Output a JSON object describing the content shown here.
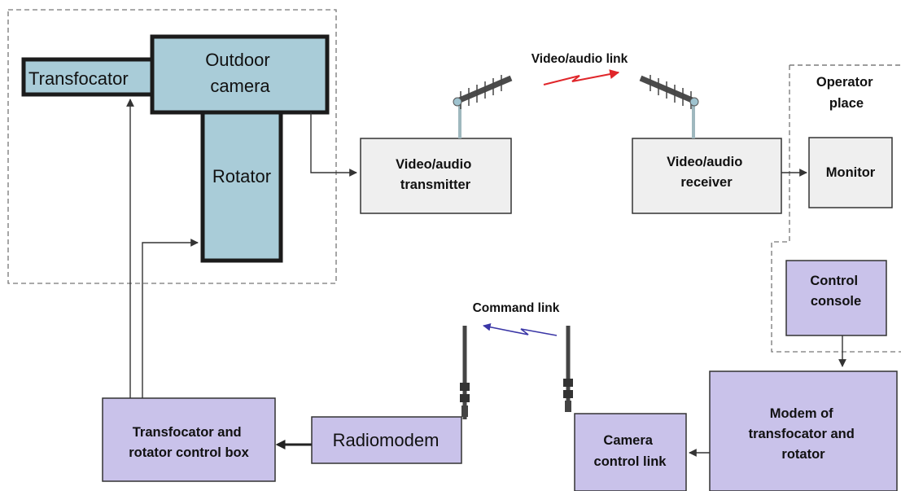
{
  "camera_site": {
    "transfocator": "Transfocator",
    "outdoor_camera": [
      "Outdoor",
      "camera"
    ],
    "rotator": "Rotator"
  },
  "links": {
    "video_audio_link": "Video/audio link",
    "command_link": "Command link"
  },
  "blocks": {
    "transmitter": [
      "Video/audio",
      "transmitter"
    ],
    "receiver": [
      "Video/audio",
      "receiver"
    ],
    "monitor": "Monitor",
    "operator_place": [
      "Operator",
      "place"
    ],
    "control_console": [
      "Control",
      "console"
    ],
    "modem": [
      "Modem of",
      "transfocator and",
      "rotator"
    ],
    "camera_control_link": [
      "Camera",
      "control link"
    ],
    "radiomodem": "Radiomodem",
    "control_box": [
      "Transfocator and",
      "rotator control box"
    ]
  },
  "colors": {
    "camera_blocks": "#a9ccd8",
    "video_blocks": "#efefef",
    "control_blocks": "#c9c2ea",
    "video_link_arrow": "#e0262a",
    "command_link_arrow": "#3a36a6"
  }
}
